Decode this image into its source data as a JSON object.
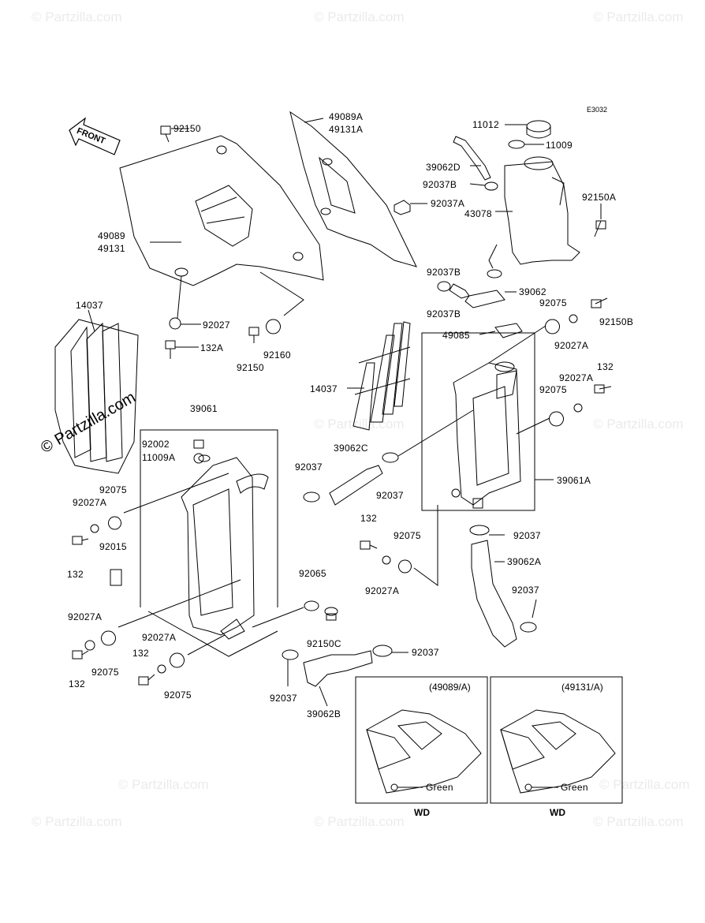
{
  "diagram_code": "E3032",
  "front_label": "FRONT",
  "watermark": "© Partzilla.com",
  "watermark_main": "© Partzilla.com",
  "labels": {
    "p92150_top": "92150",
    "p49089A": "49089A",
    "p49131A": "49131A",
    "p11012": "11012",
    "p11009": "11009",
    "p39062D": "39062D",
    "p92037B_a": "92037B",
    "p92037A_a": "92037A",
    "p43078": "43078",
    "p92150A": "92150A",
    "p49089": "49089",
    "p49131": "49131",
    "p92037B_b": "92037B",
    "p92037B_c": "92037B",
    "p39062": "39062",
    "p14037_l": "14037",
    "p92027_l": "92027",
    "p132A": "132A",
    "p92150_m": "92150",
    "p92160": "92160",
    "p92075_r1": "92075",
    "p92150B": "92150B",
    "p49085": "49085",
    "p92027A_r1": "92027A",
    "p132_r": "132",
    "p92027A_r2": "92027A",
    "p92075_r2": "92075",
    "p14037_r": "14037",
    "p39061": "39061",
    "p92002": "92002",
    "p11009A": "11009A",
    "p39062C": "39062C",
    "p92037_c1": "92037",
    "p92037_c2": "92037",
    "p39061A": "39061A",
    "p92075_l1": "92075",
    "p92027A_l1": "92027A",
    "p132_c": "132",
    "p92015": "92015",
    "p132_l1": "132",
    "p92037_r3": "92037",
    "p92075_c": "92075",
    "p39062A": "39062A",
    "p92027A_c": "92027A",
    "p92065": "92065",
    "p92037_r4": "92037",
    "p92027A_l2": "92027A",
    "p92150C": "92150C",
    "p92027A_l3": "92027A",
    "p132_l2": "132",
    "p92037_b": "92037",
    "p132_l3": "132",
    "p92075_l2": "92075",
    "p92075_l3": "92075",
    "p92037_b2": "92037",
    "p39062B": "39062B"
  },
  "insets": [
    {
      "title": "(49089/A)",
      "note": "Green",
      "footer": "WD"
    },
    {
      "title": "(49131/A)",
      "note": "Green",
      "footer": "WD"
    }
  ]
}
